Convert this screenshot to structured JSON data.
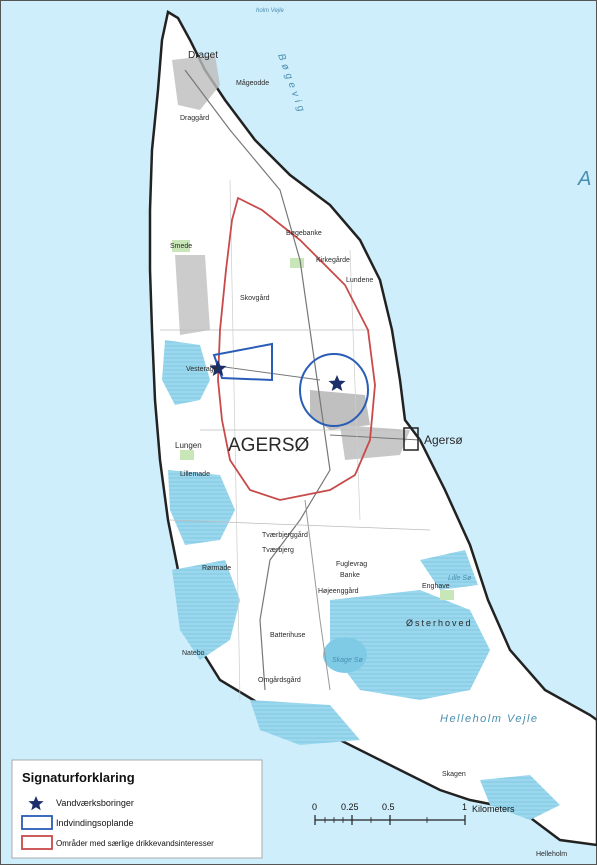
{
  "map": {
    "town_label": "AGERSØ",
    "harbor_label": "Agersø",
    "place_labels": {
      "draget": "Draget",
      "magegodde": "Mågeodde",
      "dragaard": "Draggård",
      "bogebanke": "Bøgebanke",
      "smede": "Smede",
      "kirkegaard": "Kirkegårde",
      "lundene": "Lundene",
      "skovgaard": "Skovgård",
      "vesterage": "Vesterage",
      "lungen": "Lungen",
      "lillemade": "Lillemade",
      "tvaerbjerggaard": "Tværbjerggård",
      "tvaerbjerg": "Tværbjerg",
      "rormade": "Rørmade",
      "fuglevrag": "Fuglevrag",
      "banke": "Banke",
      "hojeengaard": "Højeenggård",
      "enghave": "Enghave",
      "osterhoved": "Østerhoved",
      "batterihuse": "Batterihuse",
      "natebo": "Natebo",
      "omgaardsgaard": "Omgårdsgård",
      "skagen": "Skagen",
      "helleholm": "Helleholm",
      "kilometers": "Kilometers"
    },
    "water_labels": {
      "bogevig": "Bøgevig",
      "helleholm_vejle": "Helleholm Vejle",
      "skage_so": "Skage Sø",
      "lille_so": "Lille Sø",
      "holm_vejle": "holm Vejle",
      "sea_letter": "A"
    },
    "scalebar": {
      "ticks": [
        "0",
        "0.25",
        "0.5",
        "1"
      ],
      "unit": "Kilometers"
    },
    "legend": {
      "title": "Signaturforklaring",
      "items": [
        {
          "label": "Vandværksboringer",
          "symbol": "star"
        },
        {
          "label": "Indvindingsoplande",
          "symbol": "blue-box"
        },
        {
          "label": "Områder med særlige drikkevandsinteresser",
          "symbol": "red-box"
        }
      ]
    },
    "colors": {
      "sea": "#cfeefb",
      "land": "#ffffff",
      "wetland": "#8fd3ea",
      "forest": "#c9e6b9",
      "red_area": "#c84a4a",
      "blue_area": "#2a5db5",
      "star": "#1d2f6b"
    }
  }
}
